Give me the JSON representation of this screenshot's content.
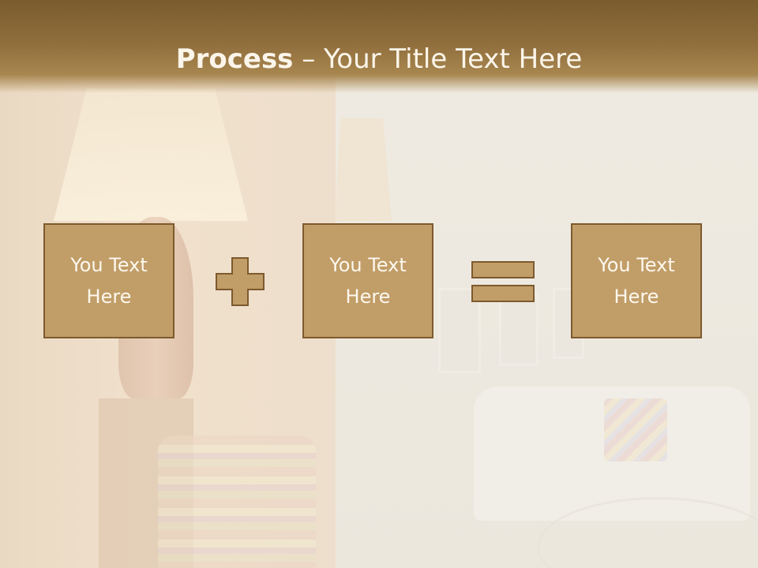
{
  "title": {
    "bold": "Process",
    "rest": " – Your Title Text Here"
  },
  "process": {
    "box1": "You Text Here",
    "box2": "You Text Here",
    "box3": "You Text Here",
    "operator1": "plus-icon",
    "operator2": "equals-icon"
  },
  "colors": {
    "title_bar": "#8f6d3c",
    "box_fill": "#c19d68",
    "box_border": "#7d5a2e",
    "text": "#fdf8ee"
  }
}
